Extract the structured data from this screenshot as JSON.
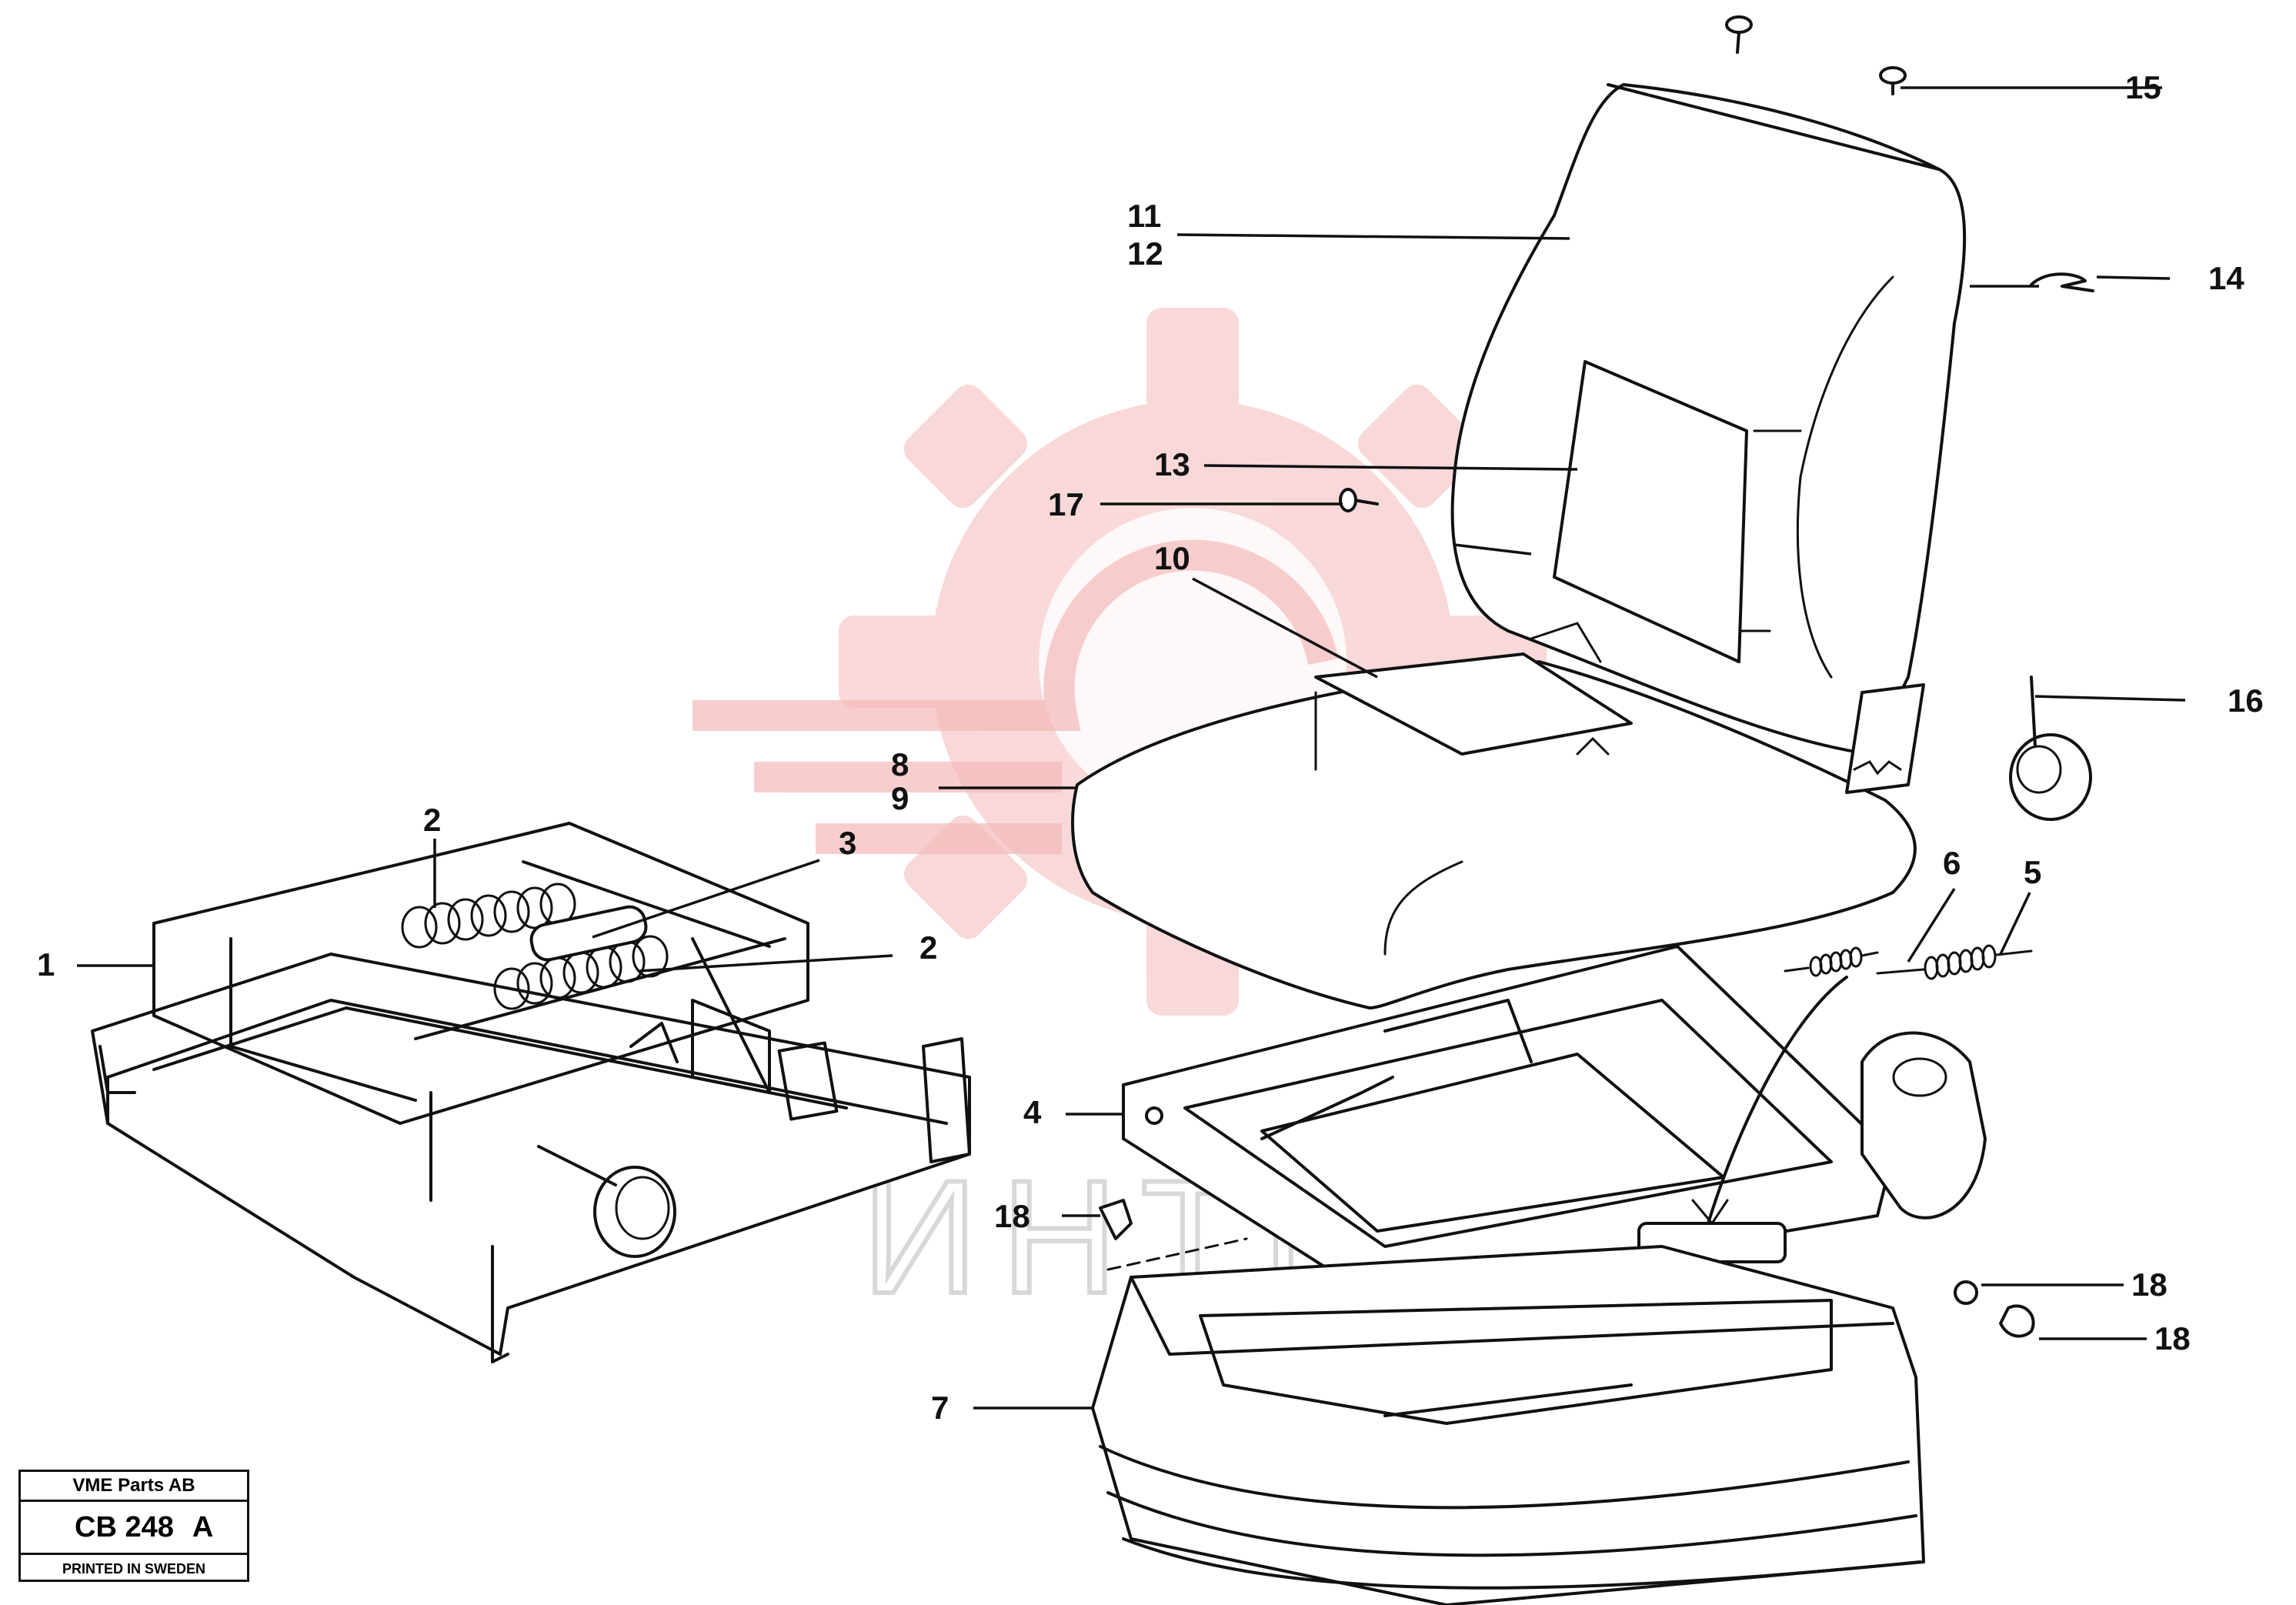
{
  "callouts": [
    {
      "id": "c1",
      "text": "1"
    },
    {
      "id": "c2a",
      "text": "2"
    },
    {
      "id": "c2b",
      "text": "2"
    },
    {
      "id": "c3",
      "text": "3"
    },
    {
      "id": "c4",
      "text": "4"
    },
    {
      "id": "c5",
      "text": "5"
    },
    {
      "id": "c6",
      "text": "6"
    },
    {
      "id": "c7",
      "text": "7"
    },
    {
      "id": "c8",
      "text": "8"
    },
    {
      "id": "c9",
      "text": "9"
    },
    {
      "id": "c10",
      "text": "10"
    },
    {
      "id": "c11",
      "text": "11"
    },
    {
      "id": "c12",
      "text": "12"
    },
    {
      "id": "c13",
      "text": "13"
    },
    {
      "id": "c14",
      "text": "14"
    },
    {
      "id": "c15",
      "text": "15"
    },
    {
      "id": "c16",
      "text": "16"
    },
    {
      "id": "c17",
      "text": "17"
    },
    {
      "id": "c18a",
      "text": "18"
    },
    {
      "id": "c18b",
      "text": "18"
    },
    {
      "id": "c18c",
      "text": "18"
    }
  ],
  "title_block": {
    "company": "VME Parts AB",
    "drawing_number": "CB 248",
    "revision": "A",
    "printed": "PRINTED IN SWEDEN"
  },
  "watermark": {
    "text": "ИНТЕХ",
    "color": "#f4b9b9"
  }
}
